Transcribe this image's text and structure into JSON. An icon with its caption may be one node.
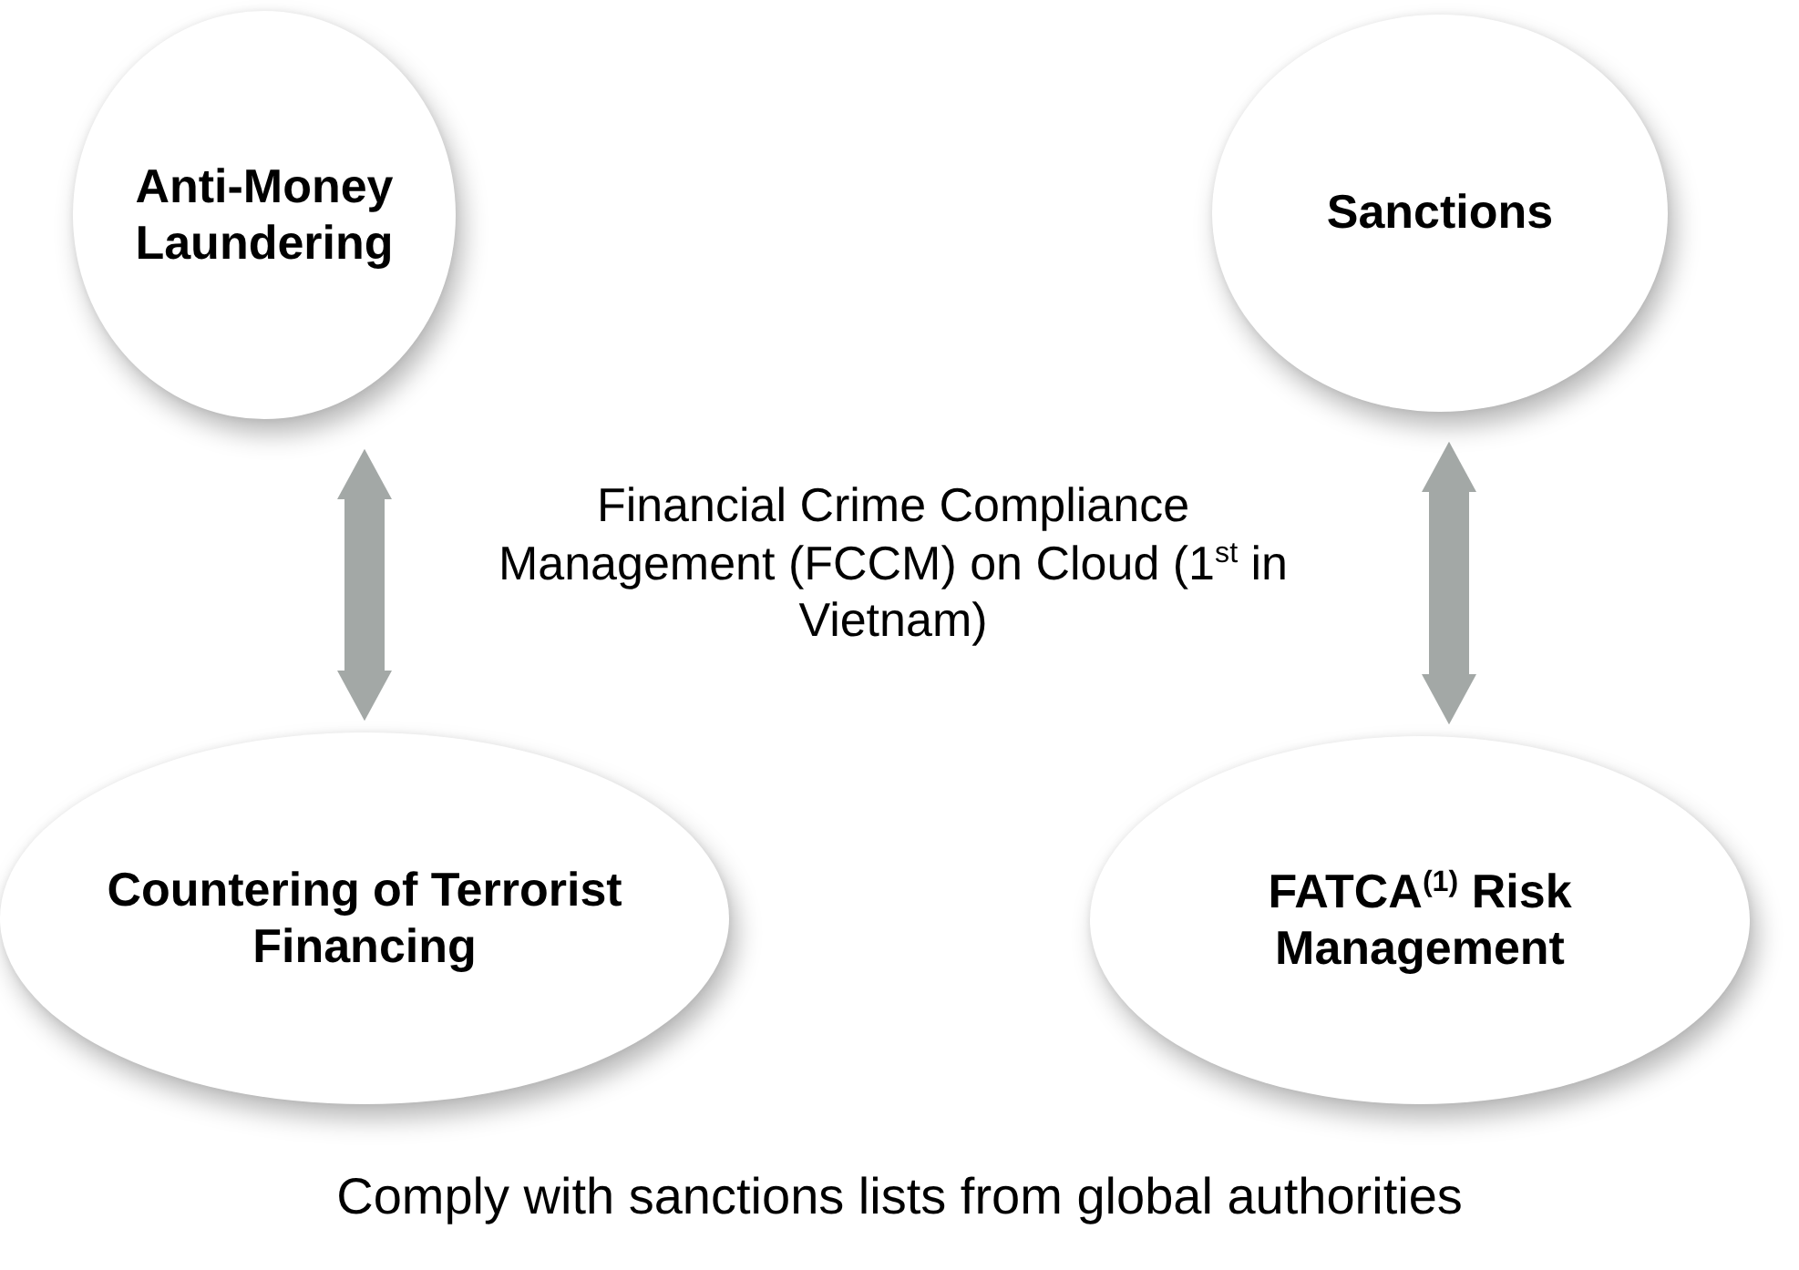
{
  "diagram": {
    "nodes": [
      {
        "text": [
          "Anti-Money Laundering"
        ]
      },
      {
        "text": [
          "Sanctions"
        ]
      },
      {
        "text": [
          "Countering of Terrorist Financing"
        ]
      },
      {
        "text": [
          "FATCA$^{(1)}$ Risk Management"
        ]
      }
    ],
    "edges": [
      {
        "from": 0,
        "to": 2,
        "arrow": "both"
      },
      {
        "from": 1,
        "to": 3,
        "arrow": "both"
      }
    ],
    "labels": [
      "Financial Crime Compliance Management (FCCM) on Cloud (1$^{st}$ in Vietnam)",
      "Comply with sanctions lists from global authorities"
    ]
  }
}
